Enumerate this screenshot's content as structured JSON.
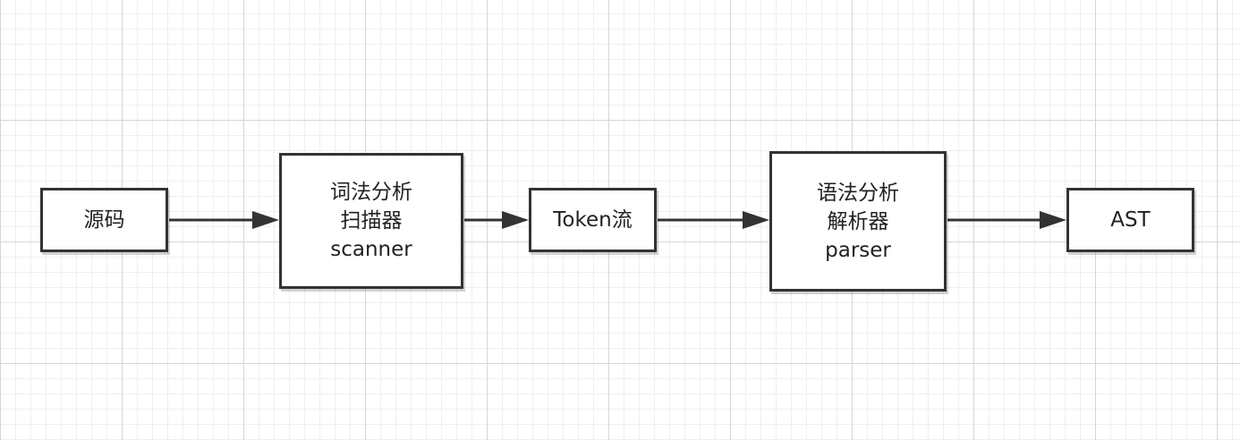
{
  "diagram": {
    "nodes": [
      {
        "id": "source",
        "lines": [
          "源码"
        ]
      },
      {
        "id": "lexer",
        "lines": [
          "词法分析",
          "扫描器",
          "scanner"
        ]
      },
      {
        "id": "token",
        "lines": [
          "Token流"
        ]
      },
      {
        "id": "parser",
        "lines": [
          "语法分析",
          "解析器",
          "parser"
        ]
      },
      {
        "id": "ast",
        "lines": [
          "AST"
        ]
      }
    ],
    "edges": [
      {
        "from": "source",
        "to": "lexer"
      },
      {
        "from": "lexer",
        "to": "token"
      },
      {
        "from": "token",
        "to": "parser"
      },
      {
        "from": "parser",
        "to": "ast"
      }
    ],
    "colors": {
      "stroke": "#333333",
      "grid_major": "#d6d6d6",
      "grid_minor": "#efefef"
    }
  }
}
